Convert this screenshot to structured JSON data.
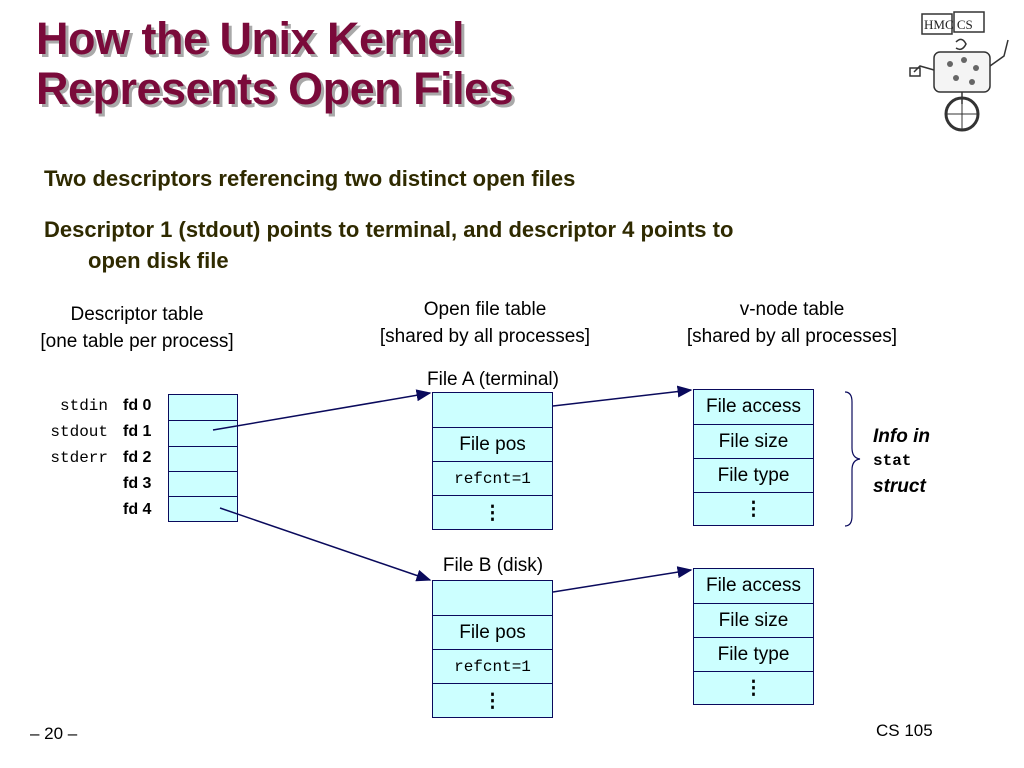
{
  "title": {
    "line1": "How the Unix Kernel",
    "line2": "Represents Open Files"
  },
  "bullets": {
    "b1": "Two descriptors referencing two distinct open files",
    "b2_line1": "Descriptor 1 (stdout) points to terminal, and descriptor 4 points to",
    "b2_line2": "open disk file"
  },
  "headers": {
    "descriptor_line1": "Descriptor table",
    "descriptor_line2": "[one table per process]",
    "openfile_line1": "Open file table",
    "openfile_line2": "[shared by all processes]",
    "vnode_line1": "v-node table",
    "vnode_line2": "[shared by all processes]"
  },
  "std_labels": [
    "stdin",
    "stdout",
    "stderr"
  ],
  "fd_labels": [
    "fd 0",
    "fd 1",
    "fd 2",
    "fd 3",
    "fd 4"
  ],
  "file_a": {
    "label": "File A (terminal)",
    "file_pos": "File pos",
    "refcnt": "refcnt=1",
    "dots": "⋮"
  },
  "file_b": {
    "label": "File B (disk)",
    "file_pos": "File pos",
    "refcnt": "refcnt=1",
    "dots": "⋮"
  },
  "vnode_a": {
    "access": "File access",
    "size": "File size",
    "type": "File type",
    "dots": "⋮"
  },
  "vnode_b": {
    "access": "File access",
    "size": "File size",
    "type": "File type",
    "dots": "⋮"
  },
  "info": {
    "line1": "Info in",
    "line2": "stat",
    "line3": "struct"
  },
  "logo": {
    "text": "HMC CS"
  },
  "footer": {
    "page": "– 20 –",
    "course": "CS 105"
  },
  "colors": {
    "title": "#7a0a3a",
    "box_fill": "#ccffff",
    "box_border": "#0a0a5c",
    "arrow": "#0a0a5c"
  }
}
